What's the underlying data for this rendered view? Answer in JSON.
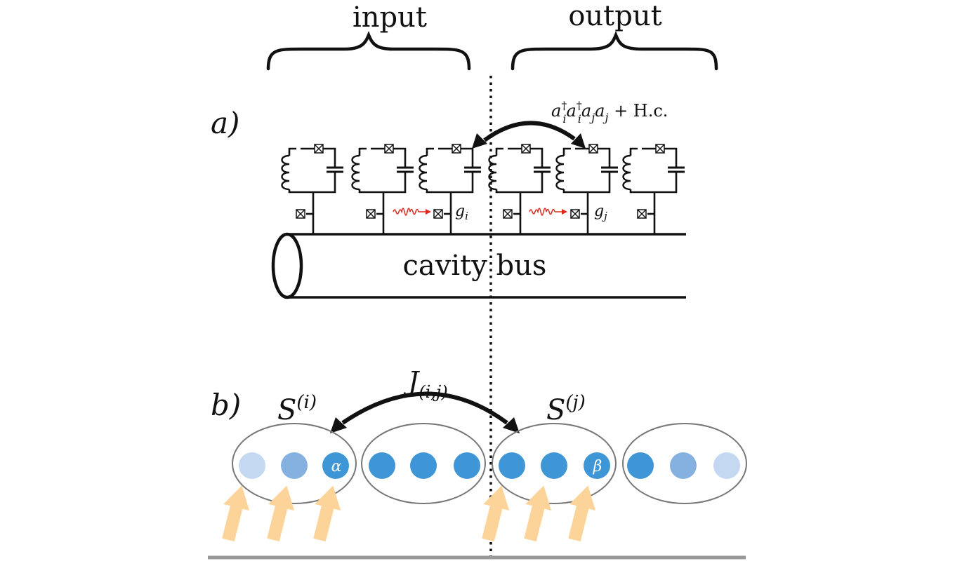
{
  "header": {
    "input_label": "input",
    "output_label": "output"
  },
  "panel_a": {
    "label": "a)",
    "coupling": {
      "a1": "a",
      "d1": "†",
      "i1": "i",
      "a2": "a",
      "d2": "†",
      "i2": "i",
      "a3": "a",
      "j3": "j",
      "a4": "a",
      "j4": "j",
      "tail": " + H.c."
    },
    "bus_label": "cavity bus",
    "gi": {
      "g": "g",
      "sub": "i"
    },
    "gj": {
      "g": "g",
      "sub": "j"
    }
  },
  "panel_b": {
    "label": "b)",
    "J": {
      "sym": "J",
      "sub": "(i,j)"
    },
    "Si": {
      "sym": "S",
      "sup": "(i)"
    },
    "Sj": {
      "sym": "S",
      "sup": "(j)"
    },
    "alpha": "α",
    "beta": "β"
  },
  "colors": {
    "line": "#111111",
    "pulse": "#e0281c",
    "node_dark": "#3f96d6",
    "node_mid": "#85b1e0",
    "node_light": "#c4d9f1",
    "arrow": "#fcd49a",
    "ellipse": "#777777",
    "baseline": "#999999"
  }
}
